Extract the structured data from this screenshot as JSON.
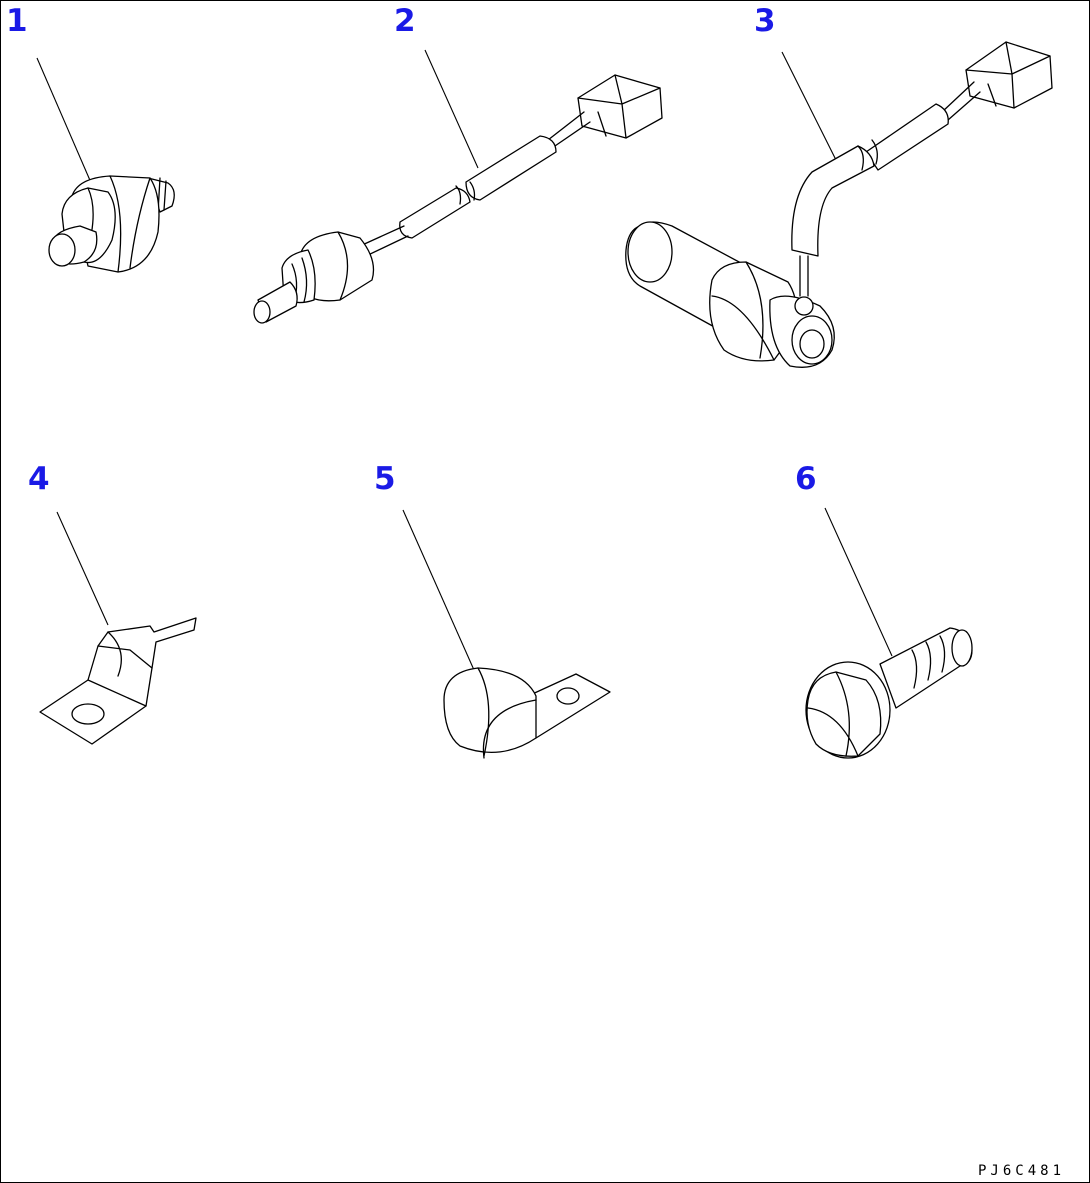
{
  "callouts": {
    "part1": "1",
    "part2": "2",
    "part3": "3",
    "part4": "4",
    "part5": "5",
    "part6": "6"
  },
  "drawing_code": "PJ6C481",
  "colors": {
    "callout": "#1a1ae6",
    "line": "#000000",
    "background": "#ffffff"
  }
}
